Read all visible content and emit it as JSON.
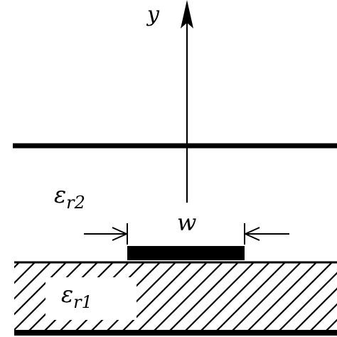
{
  "labels": {
    "y_axis": "y",
    "width": "w",
    "upper_permittivity": {
      "base": "ε",
      "sub": "r2"
    },
    "lower_permittivity": {
      "base": "ε",
      "sub": "r1"
    }
  },
  "colors": {
    "line": "#000000",
    "background": "#ffffff"
  }
}
